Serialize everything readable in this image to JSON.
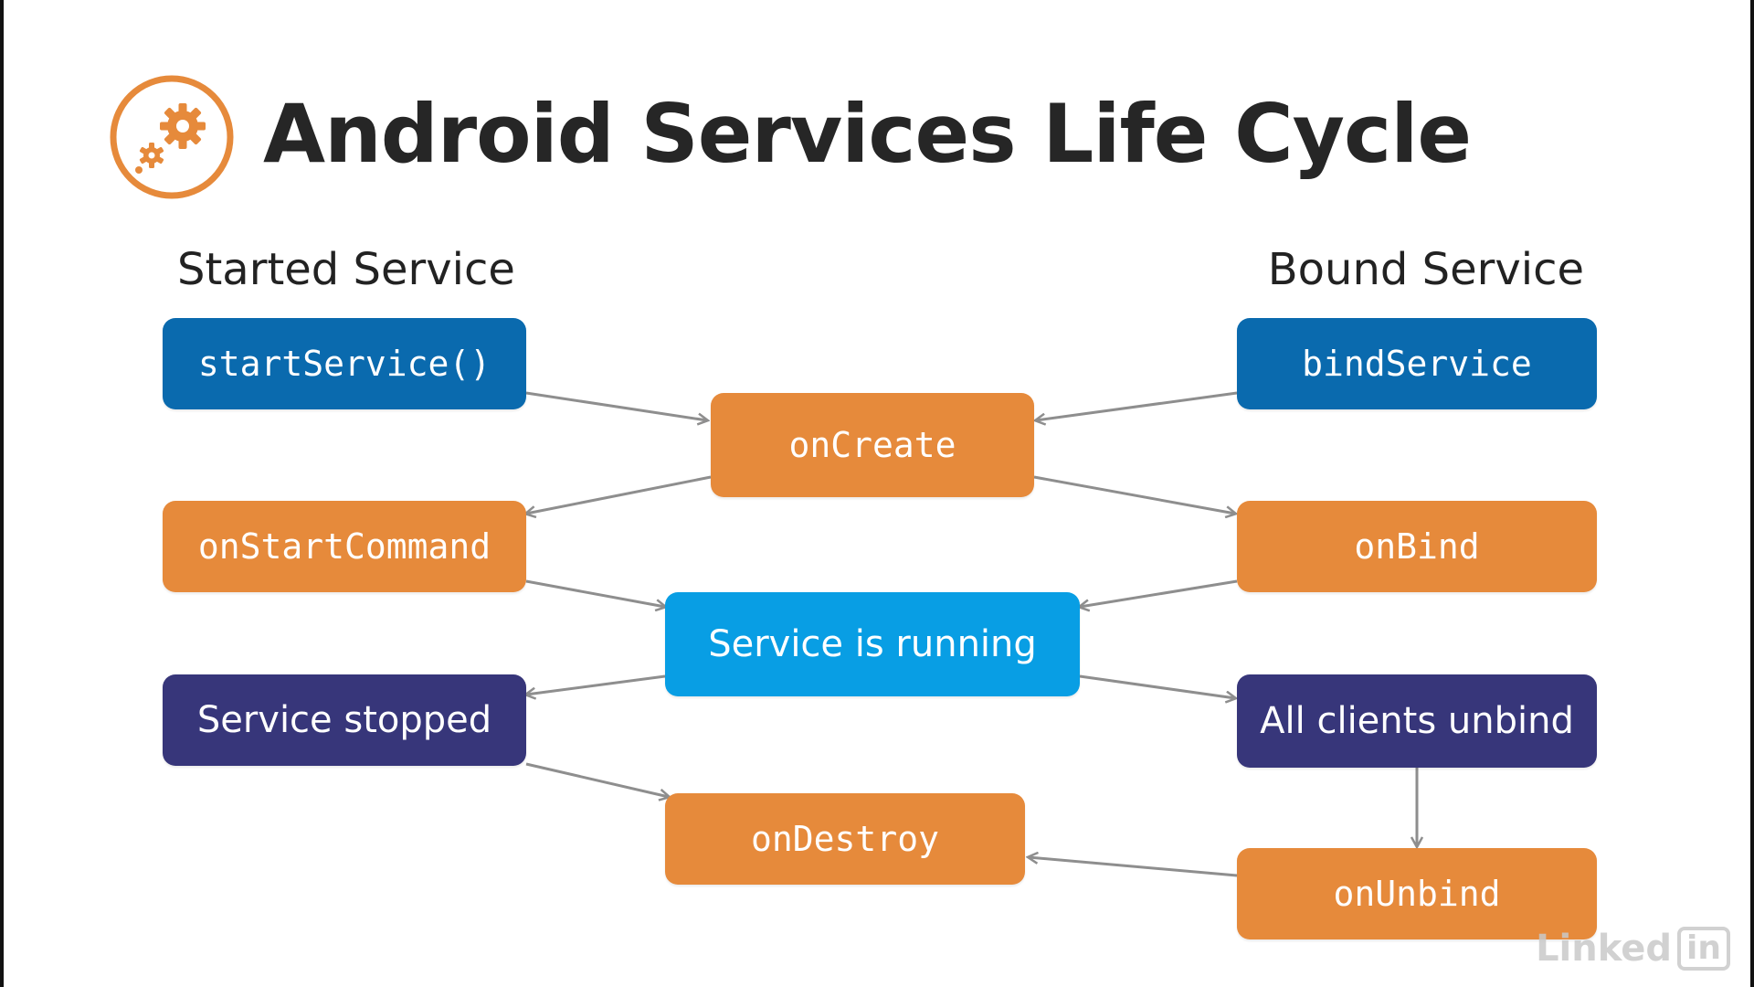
{
  "title": "Android Services Life Cycle",
  "icon": "gears-icon",
  "colors": {
    "accent_orange": "#e68a3b",
    "call_blue": "#0a6aae",
    "running_cyan": "#089ee4",
    "event_indigo": "#37367a"
  },
  "columns": {
    "started": "Started Service",
    "bound": "Bound Service"
  },
  "nodes": {
    "start_service": "startService()",
    "bind_service": "bindService",
    "on_create": "onCreate",
    "on_start_command": "onStartCommand",
    "on_bind": "onBind",
    "running": "Service is running",
    "stopped": "Service stopped",
    "unbind_all": "All clients unbind",
    "on_destroy": "onDestroy",
    "on_unbind": "onUnbind"
  },
  "edges": [
    [
      "start_service",
      "on_create"
    ],
    [
      "bind_service",
      "on_create"
    ],
    [
      "on_create",
      "on_start_command"
    ],
    [
      "on_create",
      "on_bind"
    ],
    [
      "on_start_command",
      "running"
    ],
    [
      "on_bind",
      "running"
    ],
    [
      "running",
      "stopped"
    ],
    [
      "running",
      "unbind_all"
    ],
    [
      "stopped",
      "on_destroy"
    ],
    [
      "unbind_all",
      "on_unbind"
    ],
    [
      "on_unbind",
      "on_destroy"
    ]
  ],
  "watermark": {
    "text": "Linked",
    "badge": "in"
  }
}
